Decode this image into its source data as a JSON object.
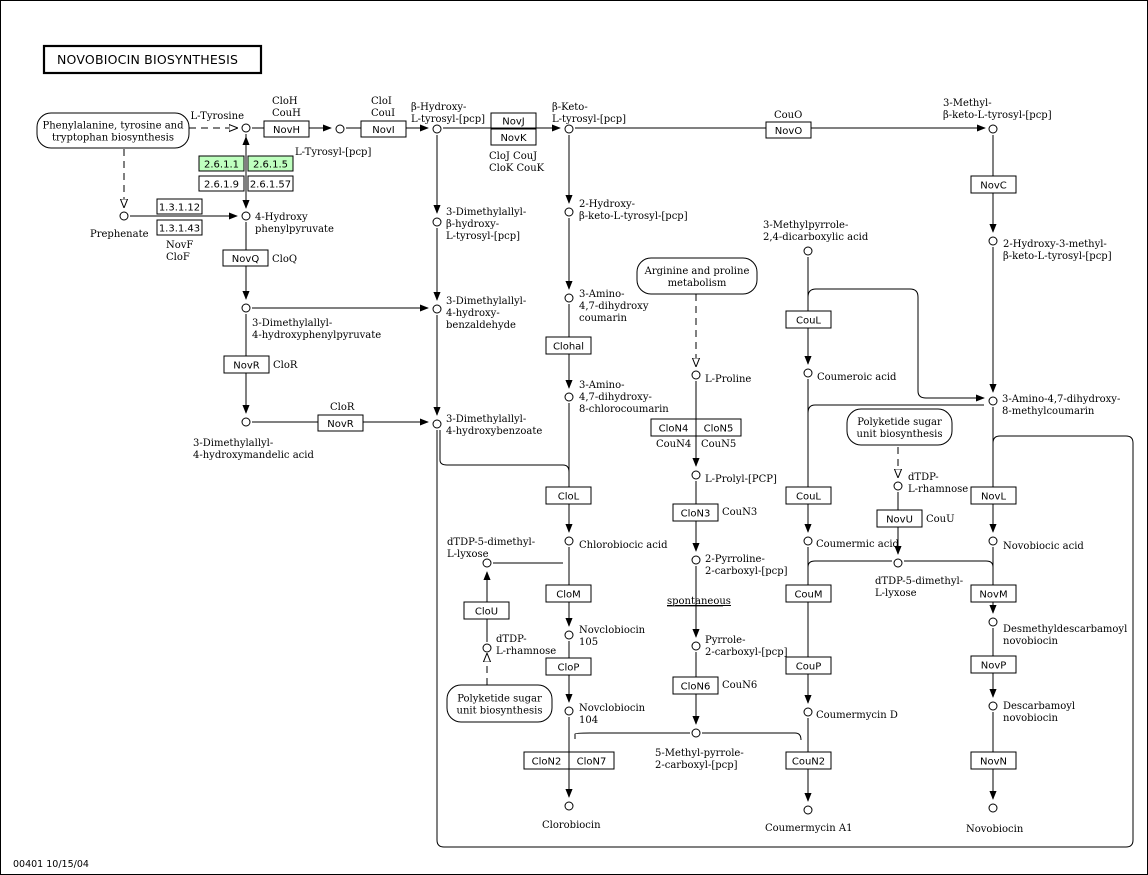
{
  "title": "NOVOBIOCIN BIOSYNTHESIS",
  "footer": "00401  10/15/04",
  "maps": [
    {
      "id": "m_phe",
      "lines": [
        "Phenylalanine, tyrosine and",
        "tryptophan biosynthesis"
      ]
    },
    {
      "id": "m_arg",
      "lines": [
        "Arginine and proline",
        "metabolism"
      ]
    },
    {
      "id": "m_poly1",
      "lines": [
        "Polyketide sugar",
        "unit biosynthesis"
      ]
    },
    {
      "id": "m_poly2",
      "lines": [
        "Polyketide sugar",
        "unit biosynthesis"
      ]
    }
  ],
  "enzymes": [
    {
      "id": "e2611",
      "label": "2.6.1.1",
      "highlight": true
    },
    {
      "id": "e2615",
      "label": "2.6.1.5",
      "highlight": true
    },
    {
      "id": "e2619",
      "label": "2.6.1.9",
      "highlight": false
    },
    {
      "id": "e26157",
      "label": "2.6.1.57",
      "highlight": false
    },
    {
      "id": "e13112",
      "label": "1.3.1.12",
      "highlight": false
    },
    {
      "id": "e13143",
      "label": "1.3.1.43",
      "highlight": false
    },
    {
      "id": "eNovH",
      "label": "NovH",
      "highlight": false
    },
    {
      "id": "eNovI",
      "label": "NovI",
      "highlight": false
    },
    {
      "id": "eNovJ",
      "label": "NovJ",
      "highlight": false
    },
    {
      "id": "eNovK",
      "label": "NovK",
      "highlight": false
    },
    {
      "id": "eNovO",
      "label": "NovO",
      "highlight": false
    },
    {
      "id": "eNovC",
      "label": "NovC",
      "highlight": false
    },
    {
      "id": "eNovQ",
      "label": "NovQ",
      "highlight": false
    },
    {
      "id": "eNovR1",
      "label": "NovR",
      "highlight": false
    },
    {
      "id": "eNovR2",
      "label": "NovR",
      "highlight": false
    },
    {
      "id": "eClohal",
      "label": "Clohal",
      "highlight": false
    },
    {
      "id": "eCloL",
      "label": "CloL",
      "highlight": false
    },
    {
      "id": "eCloM",
      "label": "CloM",
      "highlight": false
    },
    {
      "id": "eCloP",
      "label": "CloP",
      "highlight": false
    },
    {
      "id": "eCloU",
      "label": "CloU",
      "highlight": false
    },
    {
      "id": "eCloN2",
      "label": "CloN2",
      "highlight": false
    },
    {
      "id": "eCloN7",
      "label": "CloN7",
      "highlight": false
    },
    {
      "id": "eCloN4",
      "label": "CloN4",
      "highlight": false
    },
    {
      "id": "eCloN5",
      "label": "CloN5",
      "highlight": false
    },
    {
      "id": "eCloN3",
      "label": "CloN3",
      "highlight": false
    },
    {
      "id": "eCloN6",
      "label": "CloN6",
      "highlight": false
    },
    {
      "id": "eCouL1",
      "label": "CouL",
      "highlight": false
    },
    {
      "id": "eCouL2",
      "label": "CouL",
      "highlight": false
    },
    {
      "id": "eCouM",
      "label": "CouM",
      "highlight": false
    },
    {
      "id": "eCouP",
      "label": "CouP",
      "highlight": false
    },
    {
      "id": "eCouN2",
      "label": "CouN2",
      "highlight": false
    },
    {
      "id": "eNovU",
      "label": "NovU",
      "highlight": false
    },
    {
      "id": "eNovL",
      "label": "NovL",
      "highlight": false
    },
    {
      "id": "eNovM",
      "label": "NovM",
      "highlight": false
    },
    {
      "id": "eNovP",
      "label": "NovP",
      "highlight": false
    },
    {
      "id": "eNovN",
      "label": "NovN",
      "highlight": false
    }
  ],
  "compounds": [
    {
      "id": "c_ltyr",
      "lines": [
        "L-Tyrosine"
      ]
    },
    {
      "id": "c_ltyrpcp",
      "lines": [
        "L-Tyrosyl-[pcp]"
      ]
    },
    {
      "id": "c_bhydroxy",
      "lines": [
        "β-Hydroxy-",
        "L-tyrosyl-[pcp]"
      ]
    },
    {
      "id": "c_bketo",
      "lines": [
        "β-Keto-",
        "L-tyrosyl-[pcp]"
      ]
    },
    {
      "id": "c_3methylbketo",
      "lines": [
        "3-Methyl-",
        "β-keto-L-tyrosyl-[pcp]"
      ]
    },
    {
      "id": "c_prephenate",
      "lines": [
        "Prephenate"
      ]
    },
    {
      "id": "c_4hpp",
      "lines": [
        "4-Hydroxy",
        "phenylpyruvate"
      ]
    },
    {
      "id": "c_3dmabhy",
      "lines": [
        "3-Dimethylallyl-",
        "β-hydroxy-",
        "L-tyrosyl-[pcp]"
      ]
    },
    {
      "id": "c_2hbketo",
      "lines": [
        "2-Hydroxy-",
        "β-keto-L-tyrosyl-[pcp]"
      ]
    },
    {
      "id": "c_3mp",
      "lines": [
        "3-Methylpyrrole-",
        "2,4-dicarboxylic acid"
      ]
    },
    {
      "id": "c_2h3m",
      "lines": [
        "2-Hydroxy-3-methyl-",
        "β-keto-L-tyrosyl-[pcp]"
      ]
    },
    {
      "id": "c_3dmahpp",
      "lines": [
        "3-Dimethylallyl-",
        "4-hydroxyphenylpyruvate"
      ]
    },
    {
      "id": "c_3dmahbald",
      "lines": [
        "3-Dimethylallyl-",
        "4-hydroxy-",
        "benzaldehyde"
      ]
    },
    {
      "id": "c_3adhc",
      "lines": [
        "3-Amino-",
        "4,7-dihydroxy",
        "coumarin"
      ]
    },
    {
      "id": "c_lpro",
      "lines": [
        "L-Proline"
      ]
    },
    {
      "id": "c_coumeroic",
      "lines": [
        "Coumeroic acid"
      ]
    },
    {
      "id": "c_3adhmc",
      "lines": [
        "3-Amino-4,7-dihydroxy-",
        "8-methylcoumarin"
      ]
    },
    {
      "id": "c_3dmahma",
      "lines": [
        "3-Dimethylallyl-",
        "4-hydroxymandelic acid"
      ]
    },
    {
      "id": "c_3dmahba",
      "lines": [
        "3-Dimethylallyl-",
        "4-hydroxybenzoate"
      ]
    },
    {
      "id": "c_3adhcc",
      "lines": [
        "3-Amino-",
        "4,7-dihydroxy-",
        "8-chlorocoumarin"
      ]
    },
    {
      "id": "c_dtdprha1",
      "lines": [
        "dTDP-",
        "L-rhamnose"
      ]
    },
    {
      "id": "c_lprolylpcp",
      "lines": [
        "L-Prolyl-[PCP]"
      ]
    },
    {
      "id": "c_dtdpdml1",
      "lines": [
        "dTDP-5-dimethyl-",
        "L-lyxose"
      ]
    },
    {
      "id": "c_chlorobiocic",
      "lines": [
        "Chlorobiocic acid"
      ]
    },
    {
      "id": "c_coumermic",
      "lines": [
        "Coumermic acid"
      ]
    },
    {
      "id": "c_dtdpdml2",
      "lines": [
        "dTDP-5-dimethyl-",
        "L-lyxose"
      ]
    },
    {
      "id": "c_novobiocic",
      "lines": [
        "Novobiocic acid"
      ]
    },
    {
      "id": "c_pyrroline",
      "lines": [
        "2-Pyrroline-",
        "2-carboxyl-[pcp]"
      ]
    },
    {
      "id": "c_dtdprha2",
      "lines": [
        "dTDP-",
        "L-rhamnose"
      ]
    },
    {
      "id": "c_novclo105",
      "lines": [
        "Novclobiocin",
        "105"
      ]
    },
    {
      "id": "c_pyrrole",
      "lines": [
        "Pyrrole-",
        "2-carboxyl-[pcp]"
      ]
    },
    {
      "id": "c_desmethyl",
      "lines": [
        "Desmethyldescarbamoyl",
        "novobiocin"
      ]
    },
    {
      "id": "c_novclo104",
      "lines": [
        "Novclobiocin",
        "104"
      ]
    },
    {
      "id": "c_coumermycinD",
      "lines": [
        "Coumermycin D"
      ]
    },
    {
      "id": "c_descarbamoyl",
      "lines": [
        "Descarbamoyl",
        "novobiocin"
      ]
    },
    {
      "id": "c_5mpc",
      "lines": [
        "5-Methyl-pyrrole-",
        "2-carboxyl-[pcp]"
      ]
    },
    {
      "id": "c_clorobiocin",
      "lines": [
        "Clorobiocin"
      ]
    },
    {
      "id": "c_coumermycinA1",
      "lines": [
        "Coumermycin A1"
      ]
    },
    {
      "id": "c_novobiocin",
      "lines": [
        "Novobiocin"
      ]
    }
  ],
  "gene_labels": [
    {
      "id": "g_cloh",
      "lines": [
        "CloH",
        "CouH"
      ]
    },
    {
      "id": "g_cloi",
      "lines": [
        "CloI",
        "CouI"
      ]
    },
    {
      "id": "g_clojk",
      "lines": [
        "CloJ  CouJ",
        "CloK CouK"
      ]
    },
    {
      "id": "g_couo",
      "lines": [
        "CouO"
      ]
    },
    {
      "id": "g_novf",
      "lines": [
        "NovF",
        "CloF"
      ]
    },
    {
      "id": "g_cloq",
      "lines": [
        "CloQ"
      ]
    },
    {
      "id": "g_clor1",
      "lines": [
        "CloR"
      ]
    },
    {
      "id": "g_clor2",
      "lines": [
        "CloR"
      ]
    },
    {
      "id": "g_coun4",
      "lines": [
        "CouN4"
      ]
    },
    {
      "id": "g_coun5",
      "lines": [
        "CouN5"
      ]
    },
    {
      "id": "g_coun3",
      "lines": [
        "CouN3"
      ]
    },
    {
      "id": "g_coun6",
      "lines": [
        "CouN6"
      ]
    },
    {
      "id": "g_couu",
      "lines": [
        "CouU"
      ]
    }
  ],
  "annotations": [
    {
      "id": "a_spont",
      "text": "spontaneous"
    }
  ]
}
